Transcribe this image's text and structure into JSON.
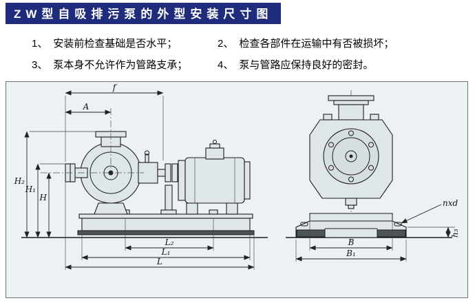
{
  "header": {
    "title": "ZW型自吸排污泵的外型安装尺寸图"
  },
  "notes": [
    {
      "num": "1、",
      "text": "安装前检查基础是否水平；"
    },
    {
      "num": "2、",
      "text": "检查各部件在运输中有否被损坏；"
    },
    {
      "num": "3、",
      "text": "泵本身不允许作为管路支承；"
    },
    {
      "num": "4、",
      "text": "泵与管路应保持良好的密封。"
    }
  ],
  "diagram": {
    "labels": {
      "f": "f",
      "A": "A",
      "H2": "H₂",
      "H1": "H₁",
      "H": "H",
      "L2": "L₂",
      "L1": "L₁",
      "L": "L",
      "B": "B",
      "B1": "B₁",
      "nxd": "nxd",
      "h3": "h₃"
    },
    "colors": {
      "title_bg": "#1f2c7c",
      "drawing_bg": "#ecf1f3",
      "line": "#1c1c1c"
    }
  }
}
